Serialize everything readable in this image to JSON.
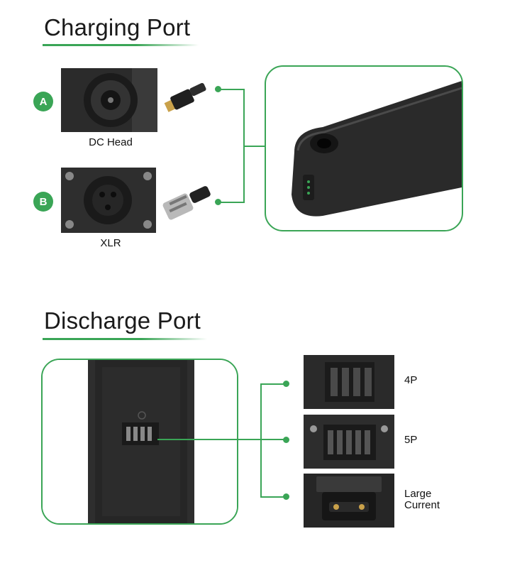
{
  "charging": {
    "title": "Charging Port",
    "options": [
      {
        "badge": "A",
        "caption": "DC Head"
      },
      {
        "badge": "B",
        "caption": "XLR"
      }
    ]
  },
  "discharge": {
    "title": "Discharge Port",
    "options": [
      {
        "label": "4P"
      },
      {
        "label": "5P"
      },
      {
        "label_line1": "Large",
        "label_line2": "Current"
      }
    ]
  },
  "colors": {
    "accent": "#3aa556",
    "dark": "#2a2a2a"
  }
}
